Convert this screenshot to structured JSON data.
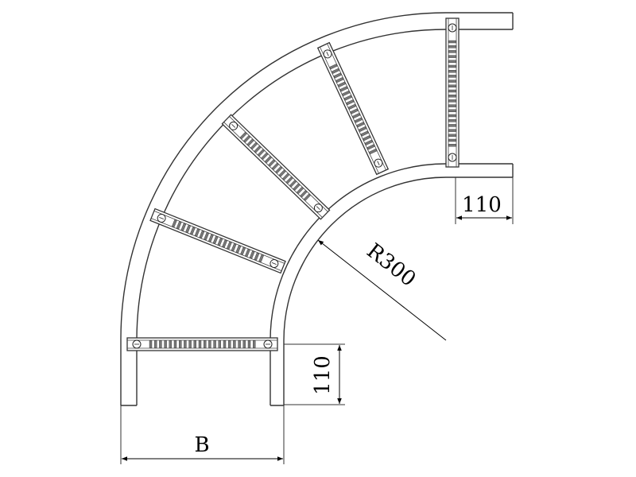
{
  "drawing": {
    "dimensions": {
      "straight_length_top": "110",
      "straight_length_bottom": "110",
      "radius": "R300",
      "width": "B"
    },
    "rung_count": 5
  }
}
